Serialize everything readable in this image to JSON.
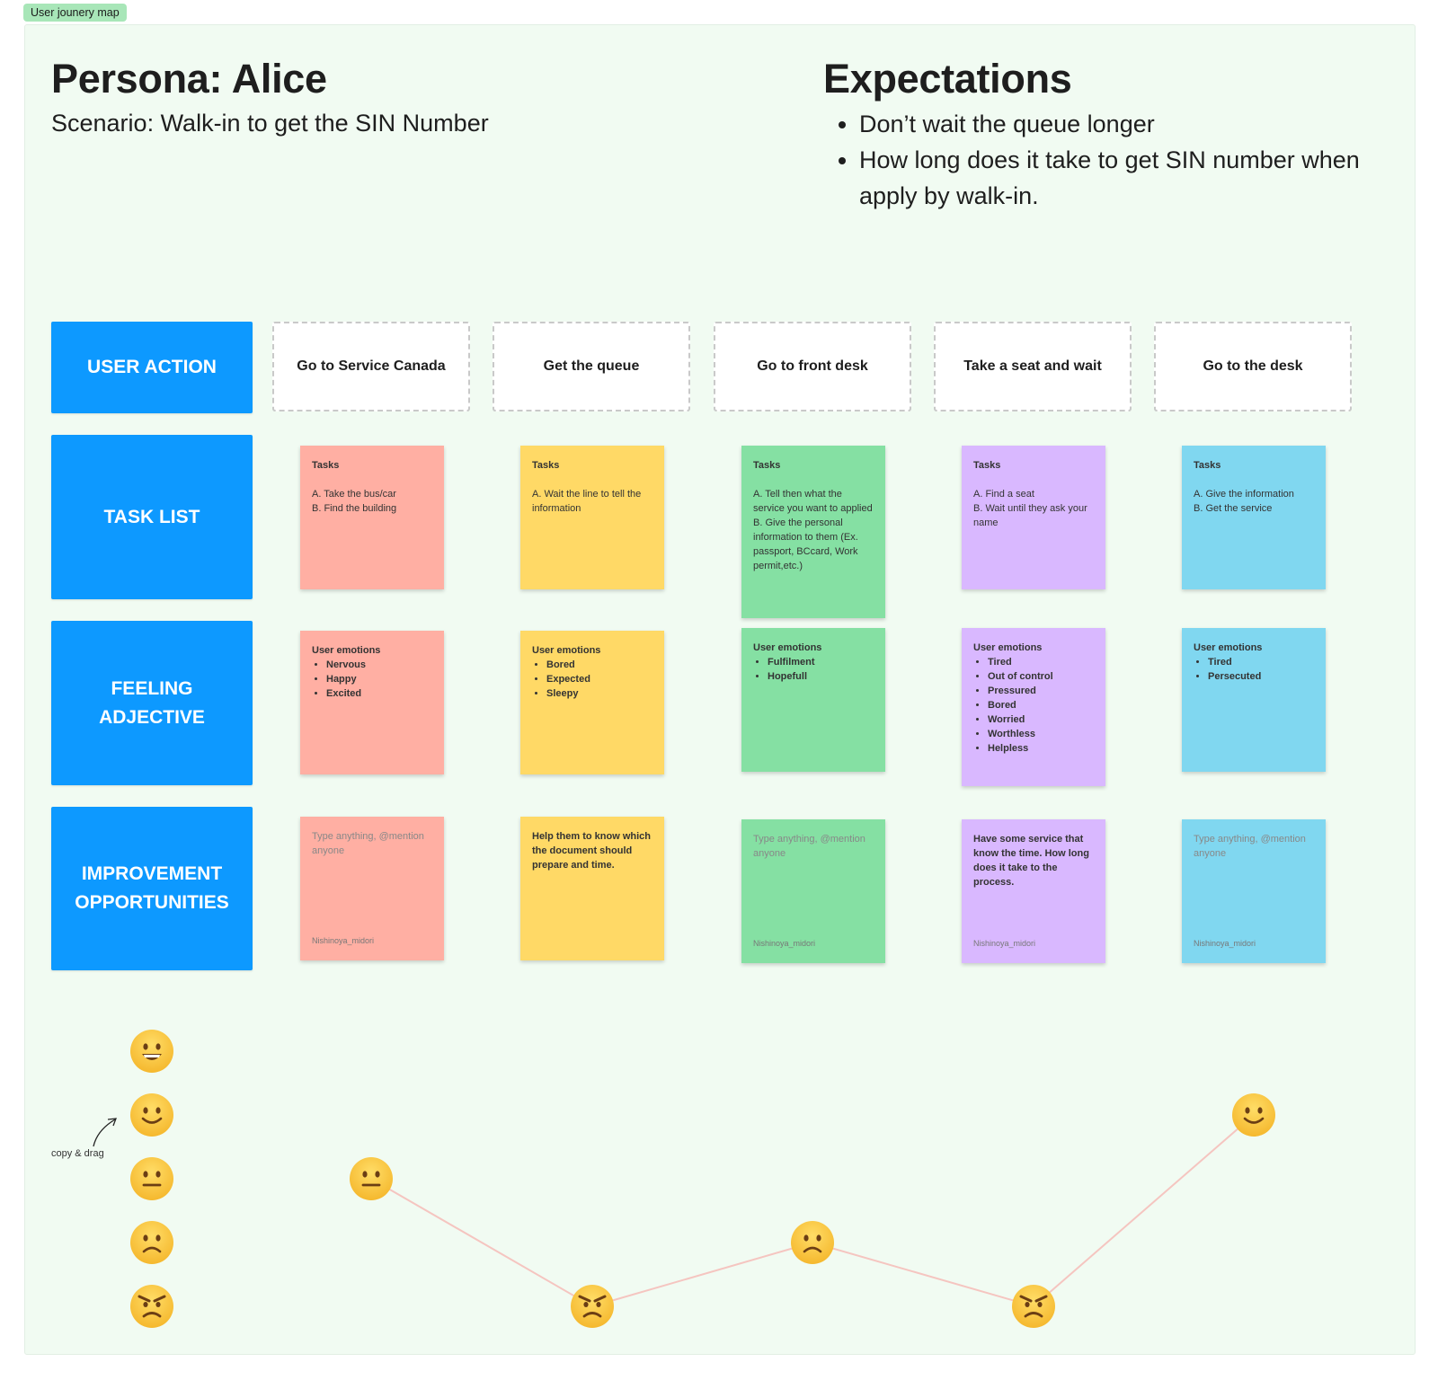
{
  "frame_tag": "User jounery map",
  "persona": {
    "title": "Persona: Alice",
    "scenario": "Scenario: Walk-in to get the SIN Number"
  },
  "expectations": {
    "title": "Expectations",
    "items": [
      "Don’t wait the queue longer",
      "How long does it take to get SIN number when apply by walk-in."
    ]
  },
  "rows": {
    "user_action": "USER ACTION",
    "task_list": "TASK LIST",
    "feeling_line1": "FEELING",
    "feeling_line2": "ADJECTIVE",
    "improvement_line1": "IMPROVEMENT",
    "improvement_line2": "OPPORTUNITIES"
  },
  "actions": [
    "Go to Service Canada",
    "Get the queue",
    "Go to front desk",
    "Take a seat and wait",
    "Go to the desk"
  ],
  "colors": {
    "frame_bg": "#f1fbf2",
    "row_label": "#0d99ff",
    "red": "#ffafa3",
    "yellow": "#ffd966",
    "green": "#85e0a3",
    "purple": "#d9b8ff",
    "blue": "#80d7f0"
  },
  "tasks": [
    {
      "head": "Tasks",
      "lines": [
        "A. Take the bus/car",
        "B. Find the building"
      ]
    },
    {
      "head": "Tasks",
      "lines": [
        "A. Wait the line to tell the information"
      ]
    },
    {
      "head": "Tasks",
      "lines": [
        "A. Tell then what the service you want to applied",
        "B. Give the personal information to them (Ex. passport, BCcard, Work permit,etc.)"
      ]
    },
    {
      "head": "Tasks",
      "lines": [
        "A. Find a seat",
        "B. Wait until they ask your name"
      ]
    },
    {
      "head": "Tasks",
      "lines": [
        "A. Give the information",
        "B. Get the service"
      ]
    }
  ],
  "emotions": [
    {
      "head": "User emotions",
      "items": [
        "Nervous",
        "Happy",
        "Excited"
      ]
    },
    {
      "head": "User emotions",
      "items": [
        "Bored",
        "Expected",
        "Sleepy"
      ]
    },
    {
      "head": "User emotions",
      "items": [
        "Fulfilment",
        "Hopefull"
      ]
    },
    {
      "head": "User emotions",
      "items": [
        "Tired",
        "Out of control",
        "Pressured",
        "Bored",
        "Worried",
        "Worthless",
        "Helpless"
      ]
    },
    {
      "head": "User emotions",
      "items": [
        "Tired",
        "Persecuted"
      ]
    }
  ],
  "improvements": [
    {
      "text": "Type anything, @mention anyone",
      "placeholder": true,
      "author": "Nishinoya_midori"
    },
    {
      "text": "Help them to know which the document should prepare and time.",
      "placeholder": false,
      "author": ""
    },
    {
      "text": "Type anything, @mention anyone",
      "placeholder": true,
      "author": "Nishinoya_midori"
    },
    {
      "text": "Have some service that know the time. How long does it take to the process.",
      "placeholder": false,
      "author": "Nishinoya_midori"
    },
    {
      "text": "Type anything, @mention anyone",
      "placeholder": true,
      "author": "Nishinoya_midori"
    }
  ],
  "emotion_scale": [
    "very-happy",
    "happy",
    "neutral",
    "sad",
    "angry"
  ],
  "emotion_journey": [
    "neutral",
    "angry",
    "sad",
    "angry",
    "happy"
  ],
  "copy_hint": "copy & drag"
}
